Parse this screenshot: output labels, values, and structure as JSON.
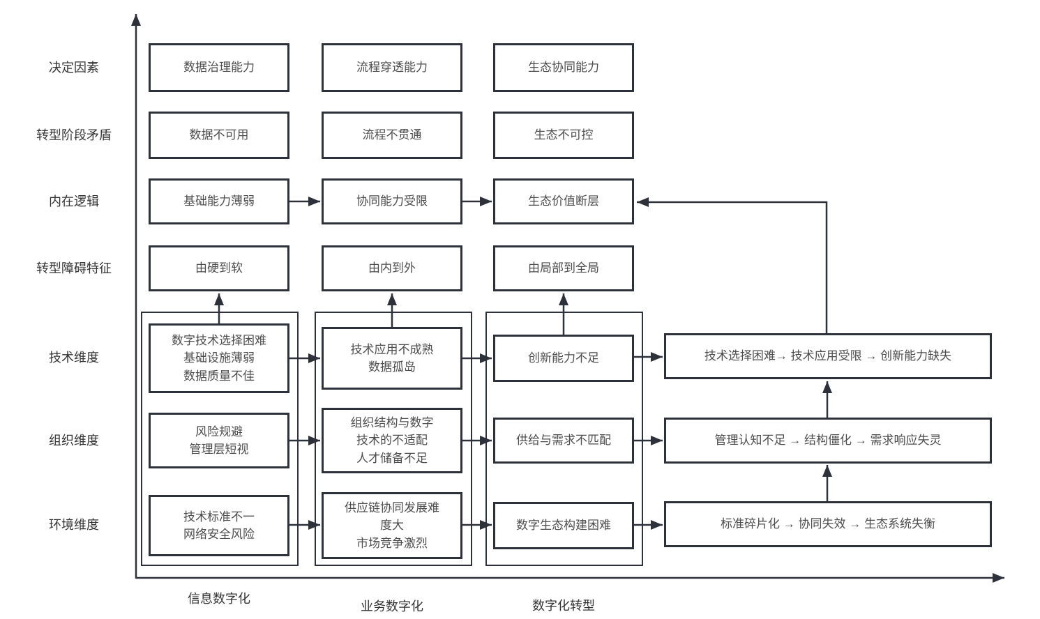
{
  "axis": {
    "y_labels": [
      "决定因素",
      "转型阶段矛盾",
      "内在逻辑",
      "转型障碍特征",
      "技术维度",
      "组织维度",
      "环境维度"
    ],
    "x_labels": [
      "信息数字化",
      "业务数字化",
      "数字化转型"
    ]
  },
  "rows": {
    "determinants": [
      "数据治理能力",
      "流程穿透能力",
      "生态协同能力"
    ],
    "stage_contradictions": [
      "数据不可用",
      "流程不贯通",
      "生态不可控"
    ],
    "inner_logic": [
      "基础能力薄弱",
      "协同能力受限",
      "生态价值断层"
    ],
    "barrier_features": [
      "由硬到软",
      "由内到外",
      "由局部到全局"
    ],
    "tech_dimension": [
      "数字技术选择困难\n基础设施薄弱\n数据质量不佳",
      "技术应用不成熟\n数据孤岛",
      "创新能力不足"
    ],
    "org_dimension": [
      "风险规避\n管理层短视",
      "组织结构与数字\n技术的不适配\n人才储备不足",
      "供给与需求不匹配"
    ],
    "env_dimension": [
      "技术标准不一\n网络安全风险",
      "供应链协同发展难\n度大\n市场竞争激烈",
      "数字生态构建困难"
    ]
  },
  "chains": {
    "tech": "技术选择困难→ 技术应用受限 → 创新能力缺失",
    "org": "管理认知不足 → 结构僵化 → 需求响应失灵",
    "env": "标准碎片化 → 协同失效 → 生态系统失衡"
  },
  "colors": {
    "line": "#2c313a",
    "box_text": "#4d4d4d",
    "label_text": "#333333",
    "background": "#ffffff"
  }
}
